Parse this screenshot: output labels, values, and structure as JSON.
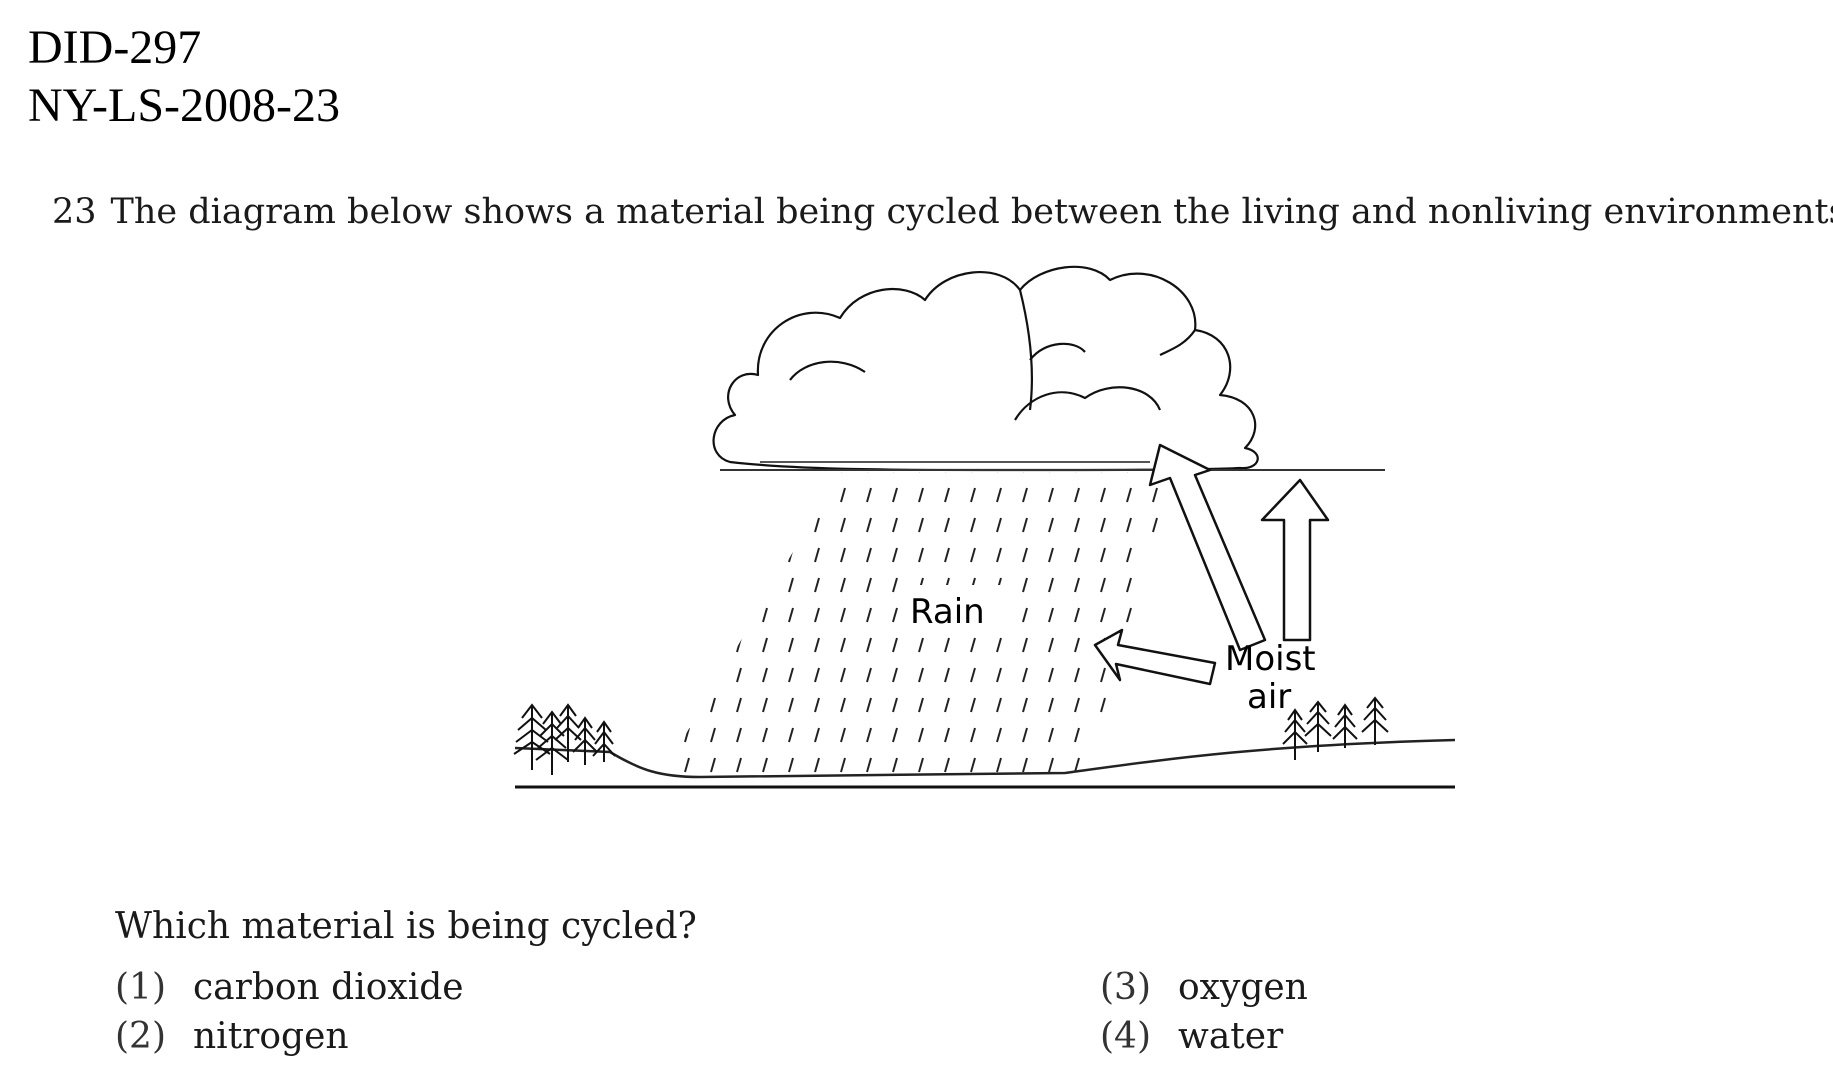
{
  "header": {
    "doc_id": "DID-297",
    "doc_code": "NY-LS-2008-23"
  },
  "question": {
    "number": "23",
    "text": "The diagram below shows a material being cycled between the living and nonliving environments.",
    "prompt": "Which material is being cycled?"
  },
  "diagram": {
    "rain_label": "Rain",
    "moist_label_line1": "Moist",
    "moist_label_line2": "air",
    "icons": [
      "cloud-icon",
      "tree-icon",
      "arrow-icon"
    ]
  },
  "choices": [
    {
      "number": "(1)",
      "text": "carbon dioxide"
    },
    {
      "number": "(2)",
      "text": "nitrogen"
    },
    {
      "number": "(3)",
      "text": "oxygen"
    },
    {
      "number": "(4)",
      "text": "water"
    }
  ]
}
